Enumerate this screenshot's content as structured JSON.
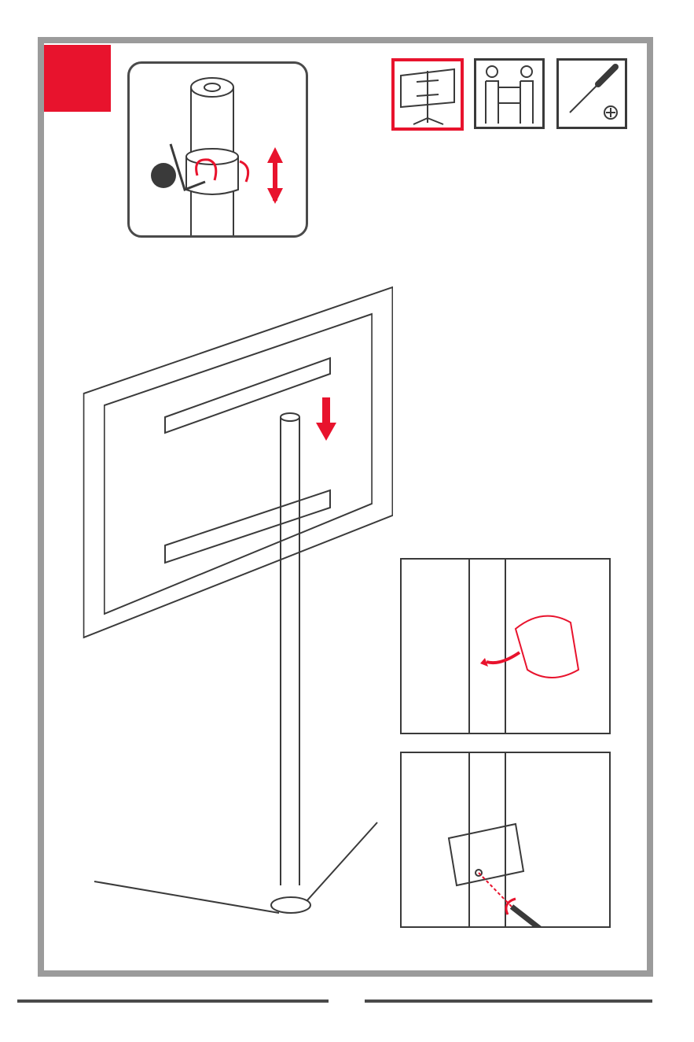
{
  "colors": {
    "accent": "#e8132d",
    "frame": "#9b9b9b",
    "line": "#3a3a3a"
  },
  "header": {
    "step_badge_icon": "red-square-step-marker",
    "detail_marker_icon": "black-dot-marker"
  },
  "requirements": [
    {
      "icon": "assembled-stand-icon",
      "highlighted": true
    },
    {
      "icon": "two-people-lifting-icon",
      "highlighted": false
    },
    {
      "icon": "phillips-screwdriver-icon",
      "highlighted": false
    }
  ],
  "detail_callout": {
    "icons": [
      "pole-collar-icon",
      "allen-key-icon",
      "rotate-arrows-icon",
      "up-down-arrow-icon"
    ]
  },
  "main_illustration": {
    "icons": [
      "tv-back-panel",
      "mounting-rail-top",
      "mounting-rail-bottom",
      "down-arrow-icon",
      "stand-pole",
      "stand-base"
    ]
  },
  "insets": [
    {
      "icons": [
        "pole-icon",
        "open-clamp-icon",
        "swing-arrow-icon"
      ]
    },
    {
      "icons": [
        "pole-icon",
        "closed-clamp-icon",
        "screw-icon",
        "screwdriver-icon",
        "rotate-arrow-icon"
      ]
    }
  ]
}
